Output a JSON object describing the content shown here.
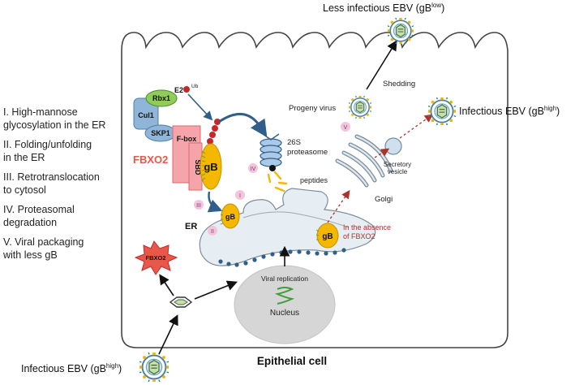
{
  "steps": [
    "I. High-mannose\nglycosylation in the ER",
    "II. Folding/unfolding\nin the ER",
    "III. Retrotranslocation\nto cytosol",
    "IV. Proteasomal\ndegradation",
    "V. Viral packaging\nwith less gB"
  ],
  "labels": {
    "less_infectious_main": "Less infectious EBV (gB",
    "less_infectious_sup": "low",
    "less_infectious_close": ")",
    "infectious_right_main": "Infectious EBV (gB",
    "infectious_right_sup": "high",
    "infectious_right_close": ")",
    "infectious_bottom_main": "Infectious EBV (gB",
    "infectious_bottom_sup": "high",
    "infectious_bottom_close": ")",
    "shedding": "Shedding",
    "progeny_virus": "Progeny virus",
    "proteasome_1": "26S",
    "proteasome_2": "proteasome",
    "peptides": "peptides",
    "secretory_1": "Secretory",
    "secretory_2": "vesicle",
    "golgi": "Golgi",
    "absence_1": "In the absence",
    "absence_2": "of FBXO2",
    "er": "ER",
    "viral_replication": "Viral replication",
    "nucleus": "Nucleus",
    "epithelial_cell": "Epithelial cell",
    "fbxo2": "FBXO2",
    "fbxo2_burst": "FBXO2",
    "rbx1": "Rbx1",
    "cul1": "Cul1",
    "skp1": "SKP1",
    "fbox": "F-box",
    "sbd": "SBD",
    "e2": "E2",
    "ub": "Ub",
    "gb": "gB",
    "roman_1": "I",
    "roman_2": "II",
    "roman_3": "III",
    "roman_4": "IV",
    "roman_5": "V"
  },
  "colors": {
    "fbxo2_red": "#e8584a",
    "gb_yellow": "#f5b800",
    "rbx1_green": "#8fcc5a",
    "cul1_blue": "#8fb6d9",
    "fbox_pink": "#f5a5a9",
    "arrow_blue": "#2f5f8a",
    "dashed_red": "#b0302a",
    "absence_text": "#b0302a",
    "er_fill": "#e6eef4",
    "nucleus_fill": "#d6d6d6",
    "badge_pink": "#f2c4dd"
  }
}
